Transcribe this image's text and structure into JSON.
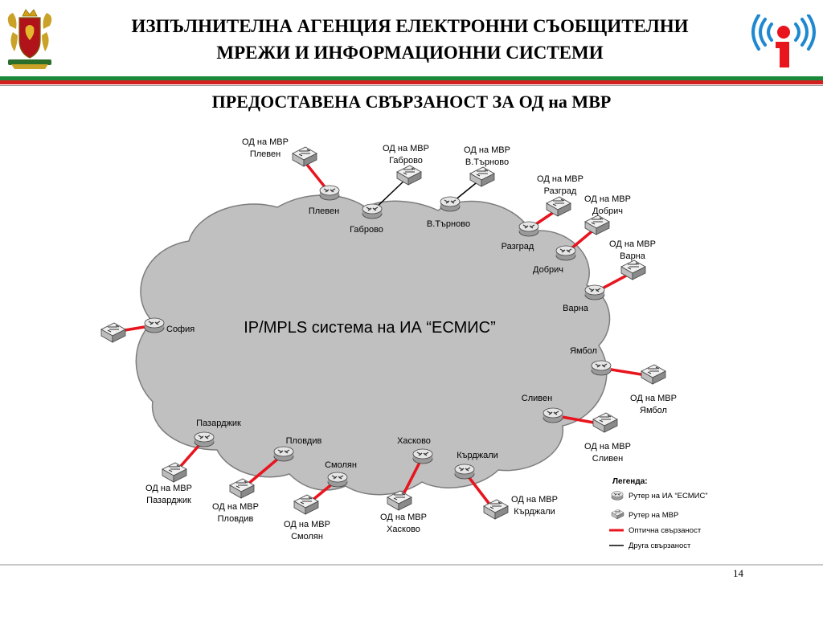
{
  "header": {
    "title_line1": "ИЗПЪЛНИТЕЛНА АГЕНЦИЯ ЕЛЕКТРОННИ СЪОБЩИТЕЛНИ",
    "title_line2": "МРЕЖИ И ИНФОРМАЦИОННИ СИСТЕМИ",
    "left_logo_icon": "coat-of-arms-icon",
    "right_logo_icon": "wireless-info-logo-icon"
  },
  "subtitle": "ПРЕДОСТАВЕНА СВЪРЗАНОСТ ЗА ОД на МВР",
  "cloud_label": "IP/MPLS система на ИА “ЕСМИС”",
  "nodes": {
    "pleven": {
      "router": "Плевен",
      "od1": "ОД на МВР",
      "od2": "Плевен"
    },
    "gabrovo": {
      "router": "Габрово",
      "od1": "ОД на МВР",
      "od2": "Габрово"
    },
    "vtarnovo": {
      "router": "В.Търново",
      "od1": "ОД на МВР",
      "od2": "В.Търново"
    },
    "razgrad": {
      "router": "Разград",
      "od1": "ОД на МВР",
      "od2": "Разград"
    },
    "dobrich": {
      "router": "Добрич",
      "od1": "ОД на МВР",
      "od2": "Добрич"
    },
    "varna": {
      "router": "Варна",
      "od1": "ОД на МВР",
      "od2": "Варна"
    },
    "sofia": {
      "router": "София"
    },
    "yambol": {
      "router": "Ямбол",
      "od1": "ОД на МВР",
      "od2": "Ямбол"
    },
    "sliven": {
      "router": "Сливен",
      "od1": "ОД на МВР",
      "od2": "Сливен"
    },
    "pazardzhik": {
      "router": "Пазарджик",
      "od1": "ОД на МВР",
      "od2": "Пазарджик"
    },
    "plovdiv": {
      "router": "Пловдив",
      "od1": "ОД на МВР",
      "od2": "Пловдив"
    },
    "smolyan": {
      "router": "Смолян",
      "od1": "ОД на МВР",
      "od2": "Смолян"
    },
    "haskovo": {
      "router": "Хасково",
      "od1": "ОД на МВР",
      "od2": "Хасково"
    },
    "kardzhali": {
      "router": "Кърджали",
      "od1": "ОД на МВР",
      "od2": "Кърджали"
    }
  },
  "legend": {
    "title": "Легенда:",
    "esmis_router": "Рутер на ИА “ЕСМИС”",
    "mvr_router": "Рутер на МВР",
    "fiber": "Оптична свързаност",
    "other": "Друга свързаност"
  },
  "colors": {
    "fiber_link": "#e8141e",
    "other_link": "#000000",
    "cloud_fill": "#c0c0c0",
    "stripe_green": "#1a8a3a",
    "stripe_red": "#d21f1f"
  },
  "page_number": "14"
}
